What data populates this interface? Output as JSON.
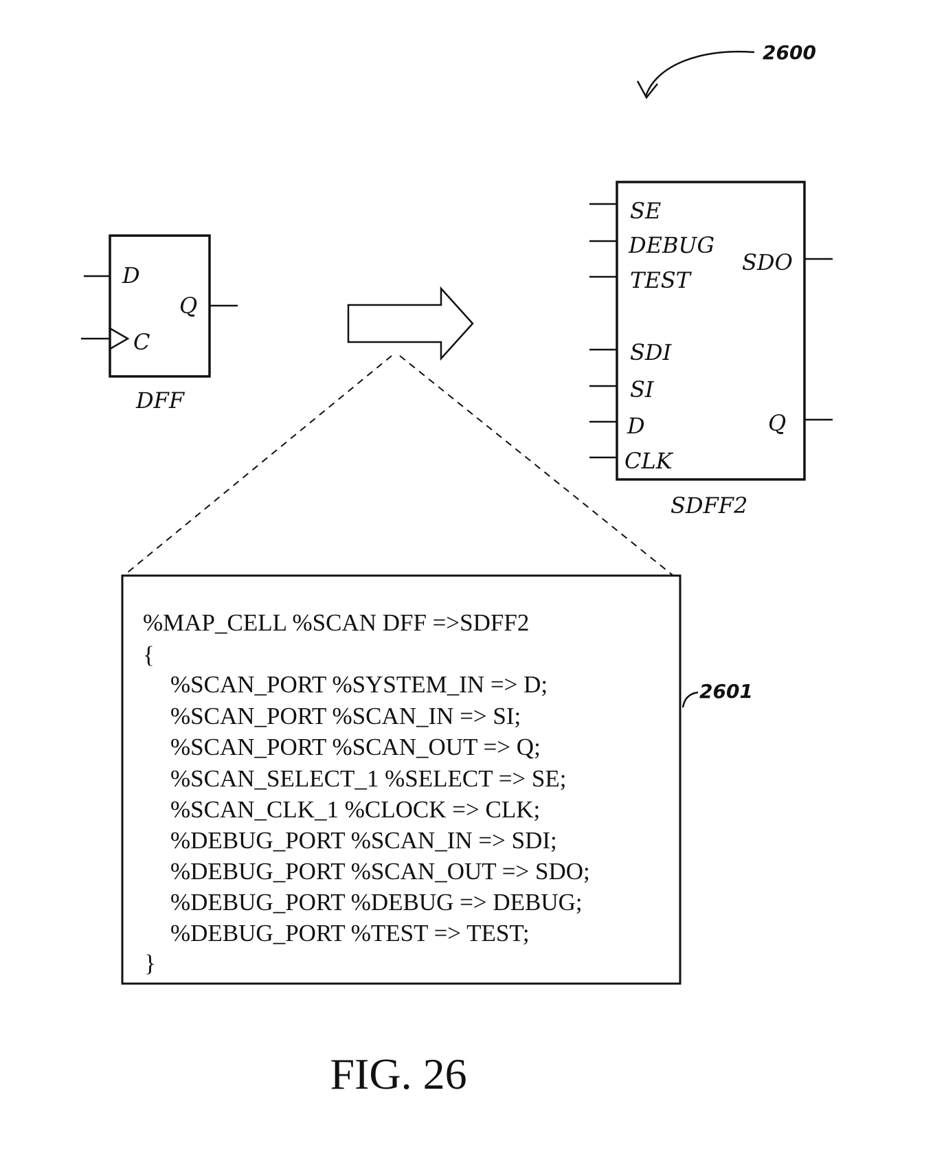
{
  "figure": {
    "reference_number": "2600",
    "caption": "FIG. 26"
  },
  "dff": {
    "name": "DFF",
    "inputs": [
      "D",
      "C"
    ],
    "outputs": [
      "Q"
    ]
  },
  "sdff2": {
    "name": "SDFF2",
    "inputs": [
      "SE",
      "DEBUG",
      "TEST",
      "SDI",
      "SI",
      "D",
      "CLK"
    ],
    "outputs": [
      "SDO",
      "Q"
    ]
  },
  "mapping_box": {
    "reference_number": "2601",
    "lines": [
      "%MAP_CELL %SCAN DFF =>SDFF2",
      "{",
      "%SCAN_PORT %SYSTEM_IN => D;",
      "%SCAN_PORT %SCAN_IN => SI;",
      "%SCAN_PORT %SCAN_OUT => Q;",
      "%SCAN_SELECT_1 %SELECT => SE;",
      "%SCAN_CLK_1 %CLOCK => CLK;",
      "%DEBUG_PORT %SCAN_IN => SDI;",
      "%DEBUG_PORT %SCAN_OUT => SDO;",
      "%DEBUG_PORT %DEBUG => DEBUG;",
      "%DEBUG_PORT %TEST => TEST;",
      "}"
    ]
  }
}
